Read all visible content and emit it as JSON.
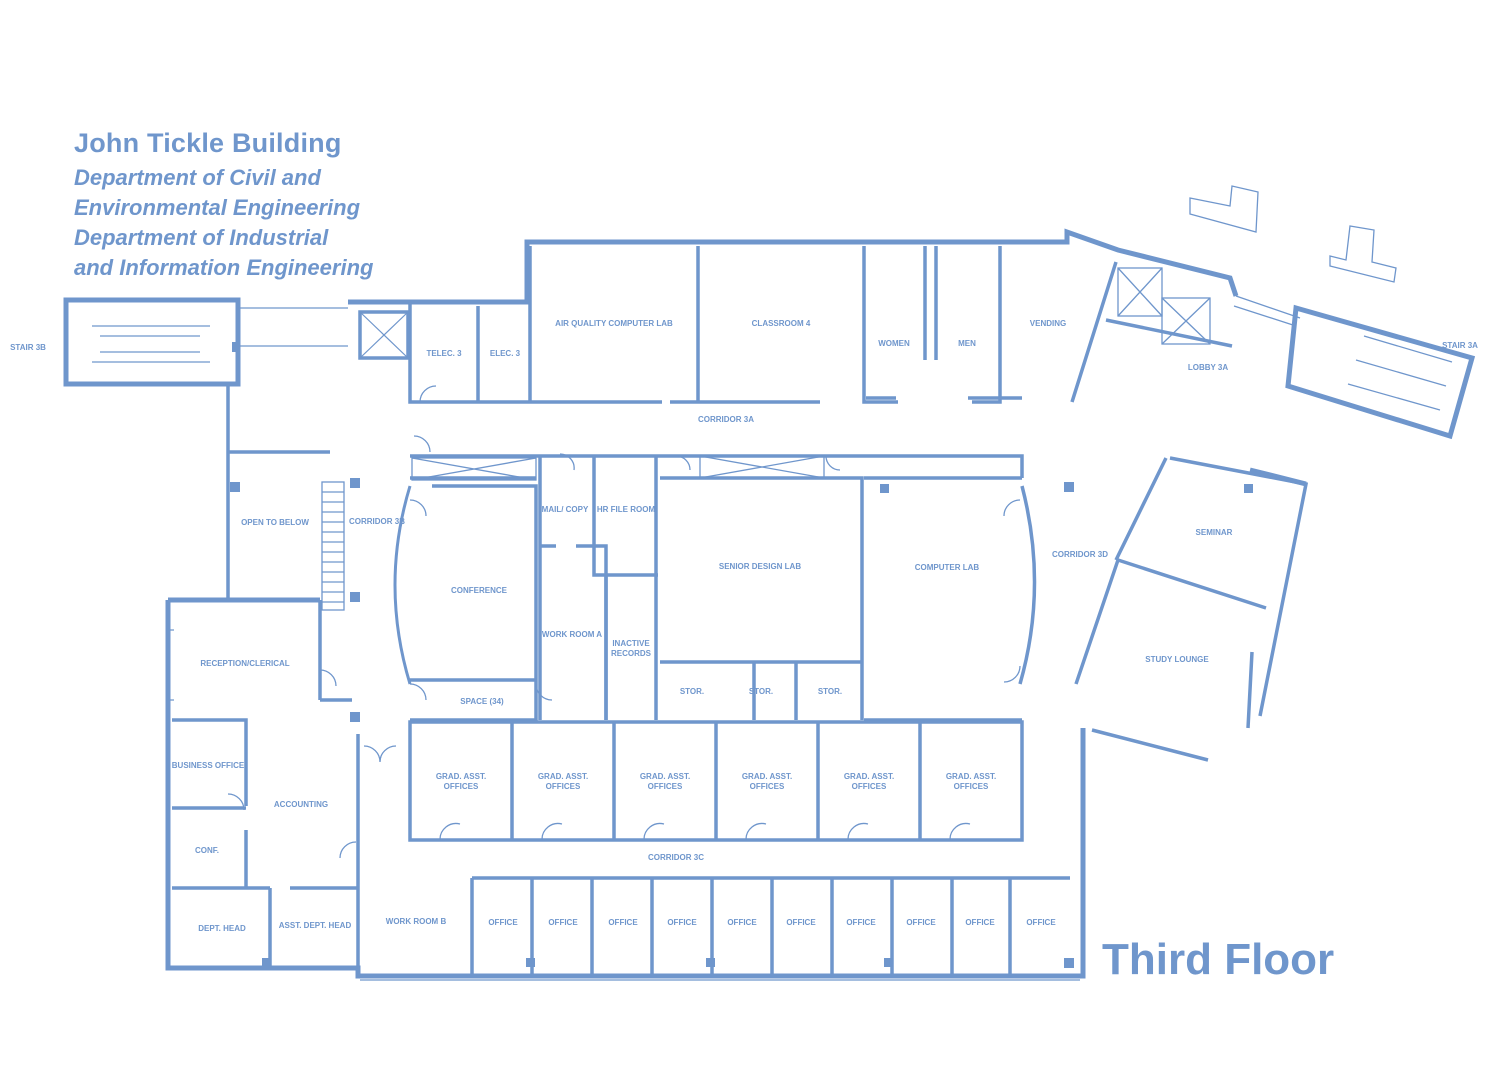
{
  "title": {
    "building": "John Tickle Building",
    "lines": [
      "Department of Civil and",
      "Environmental Engineering",
      "Department of Industrial",
      "and Information Engineering"
    ]
  },
  "floor_label": "Third Floor",
  "colors": {
    "line": "#6f96cc",
    "text": "#6f96cc"
  },
  "rooms": {
    "stair_3b": "STAIR 3B",
    "stair_3a": "STAIR 3A",
    "telec_3": "TELEC. 3",
    "elec_3": "ELEC. 3",
    "air_quality_lab": "AIR QUALITY COMPUTER LAB",
    "classroom_4": "CLASSROOM 4",
    "women": "WOMEN",
    "men": "MEN",
    "vending": "VENDING",
    "lobby_3a": "LOBBY 3A",
    "corridor_3a": "CORRIDOR 3A",
    "corridor_3b": "CORRIDOR 3B",
    "corridor_3c": "CORRIDOR 3C",
    "corridor_3d": "CORRIDOR 3D",
    "open_to_below": "OPEN TO BELOW",
    "conference": "CONFERENCE",
    "mail_copy": "MAIL/ COPY",
    "hr_file_room": "HR FILE ROOM",
    "work_room_a": "WORK ROOM A",
    "inactive_records_1": "INACTIVE",
    "inactive_records_2": "RECORDS",
    "senior_design_lab": "SENIOR DESIGN LAB",
    "computer_lab": "COMPUTER LAB",
    "seminar": "SEMINAR",
    "study_lounge": "STUDY LOUNGE",
    "space_34": "SPACE (34)",
    "stor": "STOR.",
    "reception": "RECEPTION/CLERICAL",
    "business_office": "BUSINESS OFFICE",
    "accounting": "ACCOUNTING",
    "conf": "CONF.",
    "dept_head": "DEPT. HEAD",
    "asst_dept_head": "ASST. DEPT. HEAD",
    "work_room_b": "WORK ROOM B",
    "grad_1": "GRAD. ASST.",
    "grad_2": "OFFICES",
    "office": "OFFICE"
  }
}
